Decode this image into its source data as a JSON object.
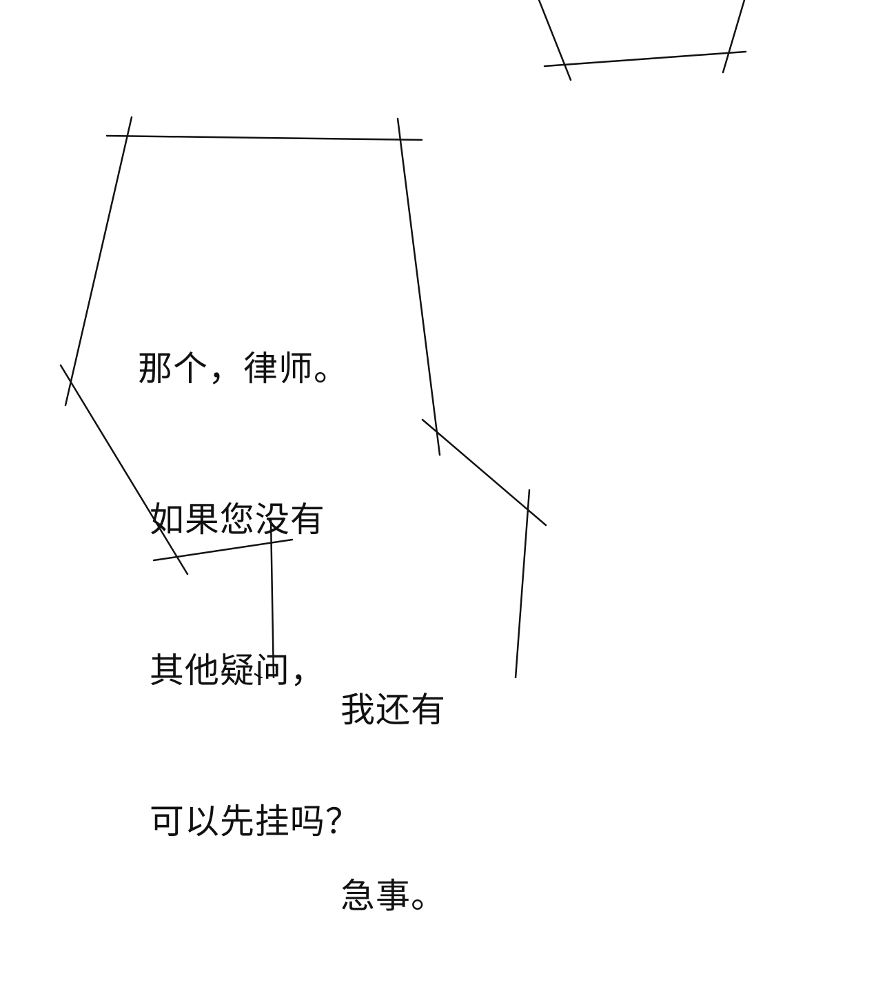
{
  "panel": {
    "background": "#ffffff",
    "line_color": "#111111"
  },
  "bubbles": [
    {
      "lines": [
        "那个，律师。",
        " 如果您没有",
        " 其他疑问，",
        " 可以先挂吗？"
      ]
    },
    {
      "lines": [
        "我还有",
        "急事。"
      ]
    }
  ]
}
